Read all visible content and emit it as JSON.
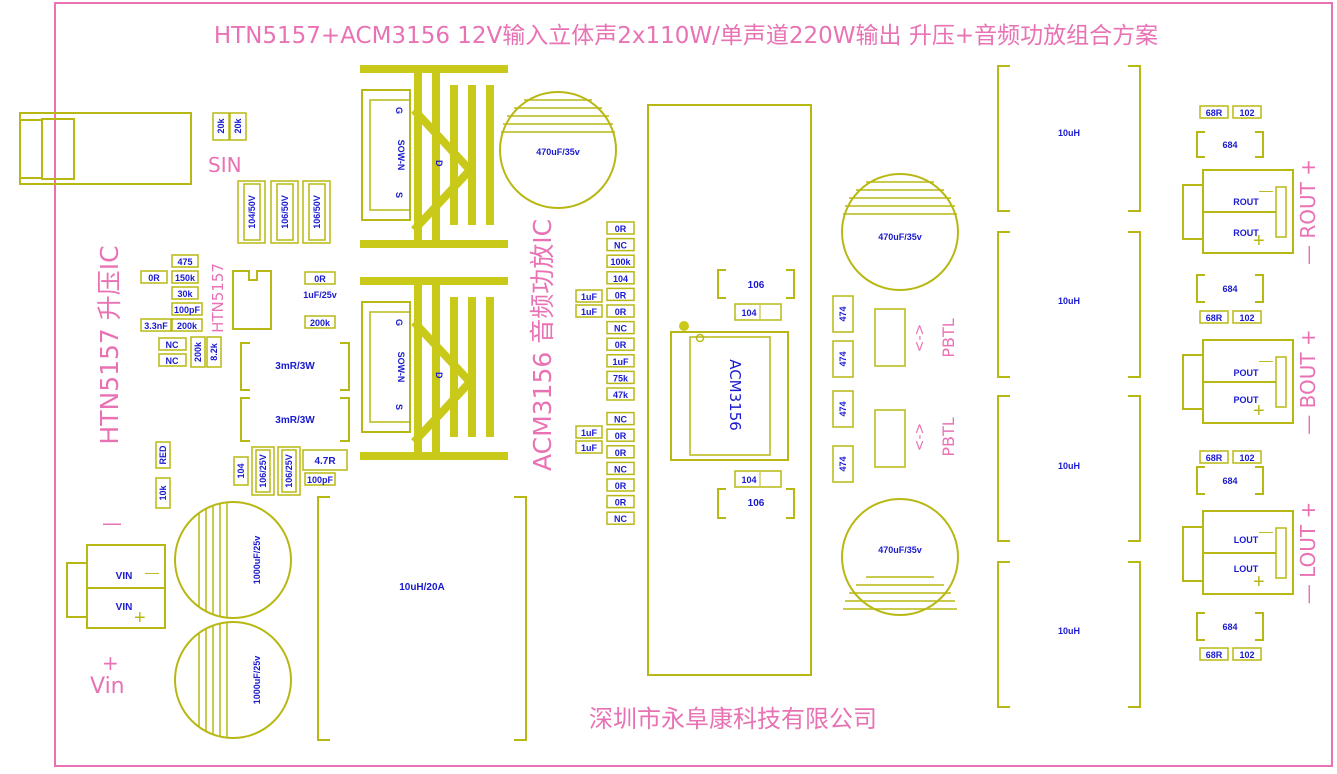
{
  "board": {
    "title": "HTN5157+ACM3156 12V输入立体声2x110W/单声道220W输出 升压+音频功放组合方案",
    "company": "深圳市永阜康科技有限公司",
    "colors": {
      "silk": "#e872b4",
      "outline": "#b8b814",
      "copper": "#c9c91a",
      "label": "#1a1ad0"
    }
  },
  "silk": {
    "boost_section": "HTN5157 升压IC",
    "amp_section": "ACM3156 音频功放IC",
    "sin": "SIN",
    "vin": "Vin",
    "vin_plus": "+",
    "vin_minus": "—",
    "htn5157": "HTN5157",
    "pbtl": "PBTL",
    "pbtl_mark": "<->",
    "rout": "— ROUT +",
    "bout": "— BOUT +",
    "lout": "— LOUT +"
  },
  "labels": {
    "r20k": "20k",
    "c104_50v": "104/50V",
    "c106_50v": "106/50V",
    "r475": "475",
    "r0": "0R",
    "r150k": "150k",
    "r30k": "30k",
    "c100pf": "100pF",
    "c3_3nf": "3.3nF",
    "r200k": "200k",
    "nc": "NC",
    "r8_2k": "8.2k",
    "c1uf_25v": "1uF/25v",
    "rs3mr": "3mR/3W",
    "red": "RED",
    "r10k": "10k",
    "c104": "104",
    "c106_25v": "106/25V",
    "r4_7": "4.7R",
    "sow": "SOW-N",
    "g": "G",
    "d": "D",
    "s": "S",
    "cap470": "470uF/35v",
    "cap1000": "1000uF/25v",
    "l10uh20a": "10uH/20A",
    "r100k": "100k",
    "c1uf": "1uF",
    "r75k": "75k",
    "r47k": "47k",
    "c106": "106",
    "ic": "ACM3156",
    "c474": "474",
    "l10uh": "10uH",
    "r68r": "68R",
    "c102": "102",
    "c684": "684",
    "rout": "ROUT",
    "pout": "POUT",
    "lout": "LOUT",
    "vin_terminal": "VIN",
    "t_minus": "—",
    "t_plus": "+"
  },
  "rcol": [
    "0R",
    "NC",
    "100k",
    "104",
    "0R",
    "0R",
    "NC",
    "0R",
    "1uF",
    "75k",
    "47k",
    "NC",
    "0R",
    "0R",
    "NC",
    "0R",
    "0R",
    "NC"
  ]
}
